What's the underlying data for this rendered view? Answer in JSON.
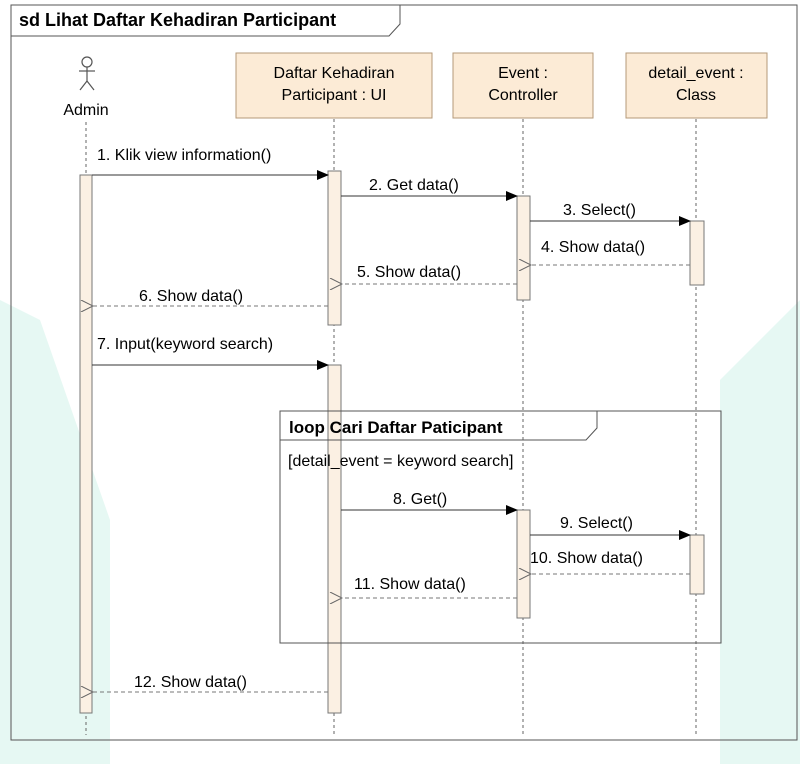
{
  "diagram": {
    "title": "sd Lihat Daftar Kehadiran Participant",
    "actor": {
      "name": "Admin"
    },
    "lifelines": [
      {
        "line1": "Daftar Kehadiran",
        "line2": "Participant : UI"
      },
      {
        "line1": "Event :",
        "line2": "Controller"
      },
      {
        "line1": "detail_event :",
        "line2": "Class"
      }
    ],
    "messages": [
      "1. Klik view information()",
      "2. Get data()",
      "3. Select()",
      "4. Show data()",
      "5. Show data()",
      "6. Show data()",
      "7. Input(keyword search)",
      "8. Get()",
      "9. Select()",
      "10. Show data()",
      "11. Show data()",
      "12. Show data()"
    ],
    "loop": {
      "label": "loop Cari Daftar Paticipant",
      "guard": "[detail_event = keyword search]"
    },
    "colors": {
      "box_fill": "#fcebd6",
      "box_stroke": "#b59a78",
      "activation_fill": "#fbf0e3",
      "line": "#444444",
      "page_decor": "#e0f7f1"
    }
  }
}
